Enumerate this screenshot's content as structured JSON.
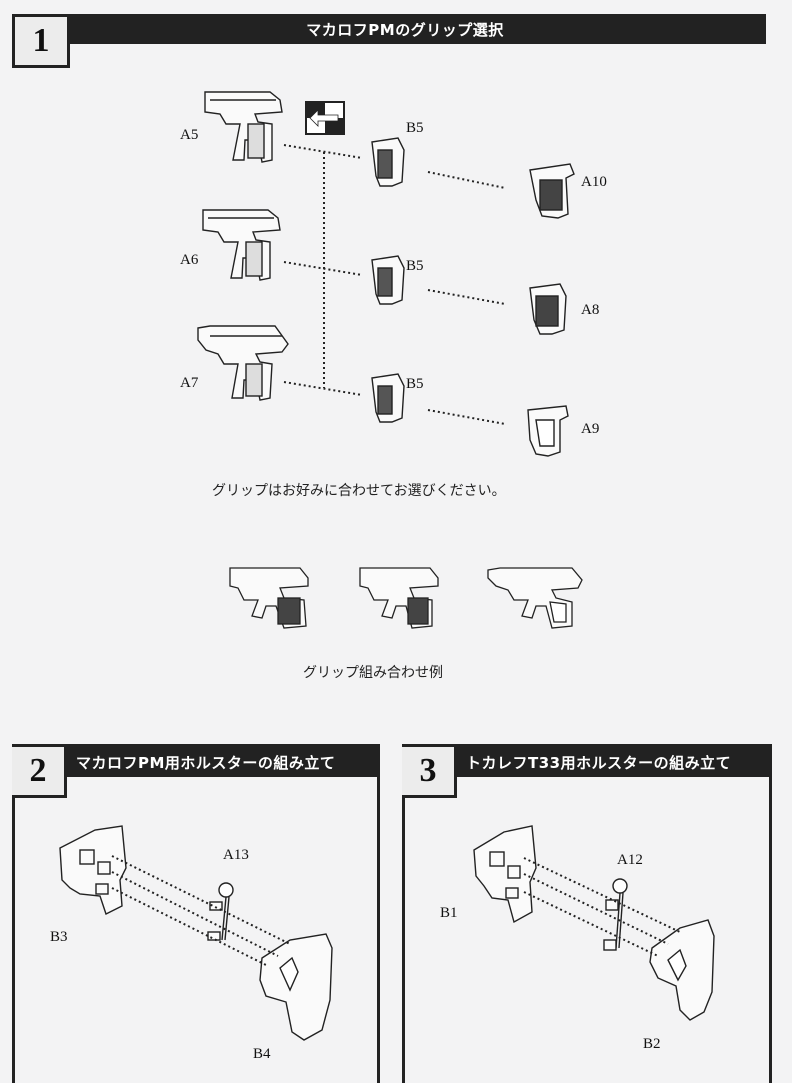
{
  "step1": {
    "number": "1",
    "title": "マカロフPMのグリップ選択",
    "labels": {
      "a5": "A5",
      "a6": "A6",
      "a7": "A7",
      "b5_1": "B5",
      "b5_2": "B5",
      "b5_3": "B5",
      "a10": "A10",
      "a8": "A8",
      "a9": "A9"
    },
    "note": "グリップはお好みに合わせてお選びください。",
    "example_caption": "グリップ組み合わせ例"
  },
  "step2": {
    "number": "2",
    "title": "マカロフPM用ホルスターの組み立て",
    "labels": {
      "a13": "A13",
      "b3": "B3",
      "b4": "B4"
    }
  },
  "step3": {
    "number": "3",
    "title": "トカレフT33用ホルスターの組み立て",
    "labels": {
      "a12": "A12",
      "b1": "B1",
      "b2": "B2"
    }
  },
  "colors": {
    "header_bg": "#222222",
    "page_bg": "#f3f3f4"
  },
  "icons": [
    "swap-arrows-icon"
  ]
}
